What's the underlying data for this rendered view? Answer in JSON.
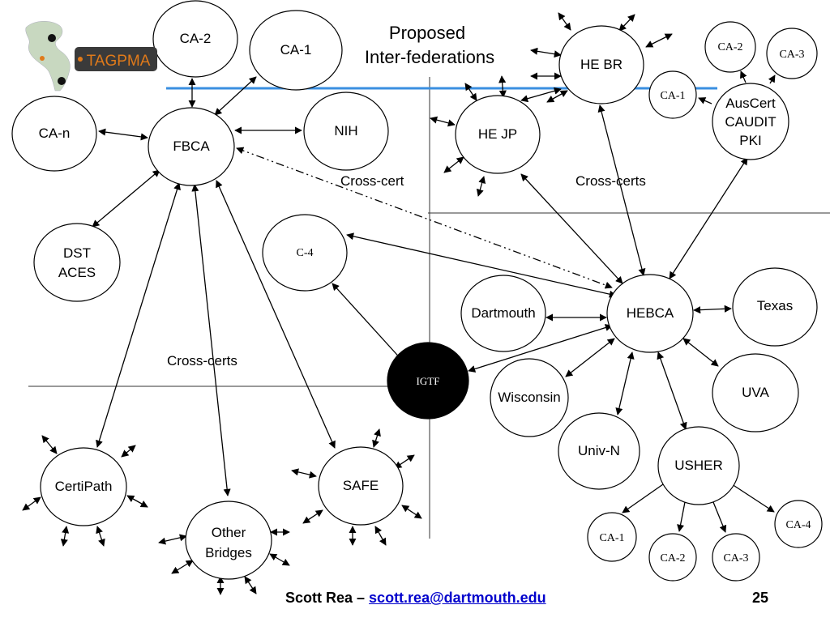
{
  "title": [
    "Proposed",
    "Inter-federations"
  ],
  "labels": {
    "cross_cert_center": "Cross-cert",
    "cross_certs_right": "Cross-certs",
    "cross_certs_left": "Cross-certs"
  },
  "logo": {
    "text": "TAGPMA"
  },
  "nodes": {
    "ca2_top": "CA-2",
    "ca1_top": "CA-1",
    "can": "CA-n",
    "fbca": "FBCA",
    "nih": "NIH",
    "dst": [
      "DST",
      "ACES"
    ],
    "c4": "C-4",
    "igtf": "IGTF",
    "certipath": "CertiPath",
    "other": [
      "Other",
      "Bridges"
    ],
    "safe": "SAFE",
    "hebr": "HE BR",
    "hejp": "HE JP",
    "ca2_au": "CA-2",
    "ca3_au": "CA-3",
    "ca1_au": "CA-1",
    "auscert": [
      "AusCert",
      "CAUDIT",
      "PKI"
    ],
    "hebca": "HEBCA",
    "dartmouth": "Dartmouth",
    "texas": "Texas",
    "wisconsin": "Wisconsin",
    "uva": "UVA",
    "univn": "Univ-N",
    "usher": "USHER",
    "ca1_us": "CA-1",
    "ca2_us": "CA-2",
    "ca3_us": "CA-3",
    "ca4_us": "CA-4"
  },
  "footer": {
    "author": "Scott Rea – ",
    "email": "scott.rea@dartmouth.edu",
    "page": "25"
  },
  "colors": {
    "divider_line": "#3a8fe0",
    "email_link": "#0000cc",
    "igtf_fill": "#000000",
    "logo_orange": "#e07a1a"
  }
}
